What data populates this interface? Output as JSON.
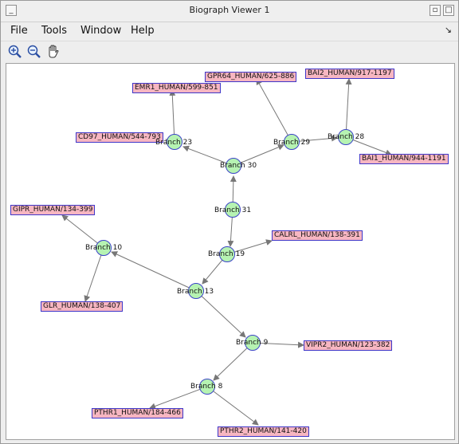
{
  "window": {
    "title": "Biograph Viewer 1"
  },
  "menu": {
    "file": "File",
    "tools": "Tools",
    "window": "Window",
    "help": "Help"
  },
  "toolbar": {
    "zoom_in": "zoom-in-icon",
    "zoom_out": "zoom-out-icon",
    "pan": "hand-pan-icon"
  },
  "graph": {
    "branches": {
      "b23": "Branch 23",
      "b30": "Branch 30",
      "b29": "Branch 29",
      "b28": "Branch 28",
      "b31": "Branch 31",
      "b19": "Branch 19",
      "b10": "Branch 10",
      "b13": "Branch 13",
      "b9": "Branch 9",
      "b8": "Branch 8"
    },
    "leaves": {
      "gpr64": "GPR64_HUMAN/625-886",
      "emr1": "EMR1_HUMAN/599-851",
      "bai2": "BAI2_HUMAN/917-1197",
      "cd97": "CD97_HUMAN/544-793",
      "bai1": "BAI1_HUMAN/944-1191",
      "gipr": "GIPR_HUMAN/134-399",
      "calrl": "CALRL_HUMAN/138-391",
      "glr": "GLR_HUMAN/138-407",
      "vipr2": "VIPR2_HUMAN/123-382",
      "pthr1": "PTHR1_HUMAN/184-466",
      "pthr2": "PTHR2_HUMAN/141-420"
    }
  }
}
